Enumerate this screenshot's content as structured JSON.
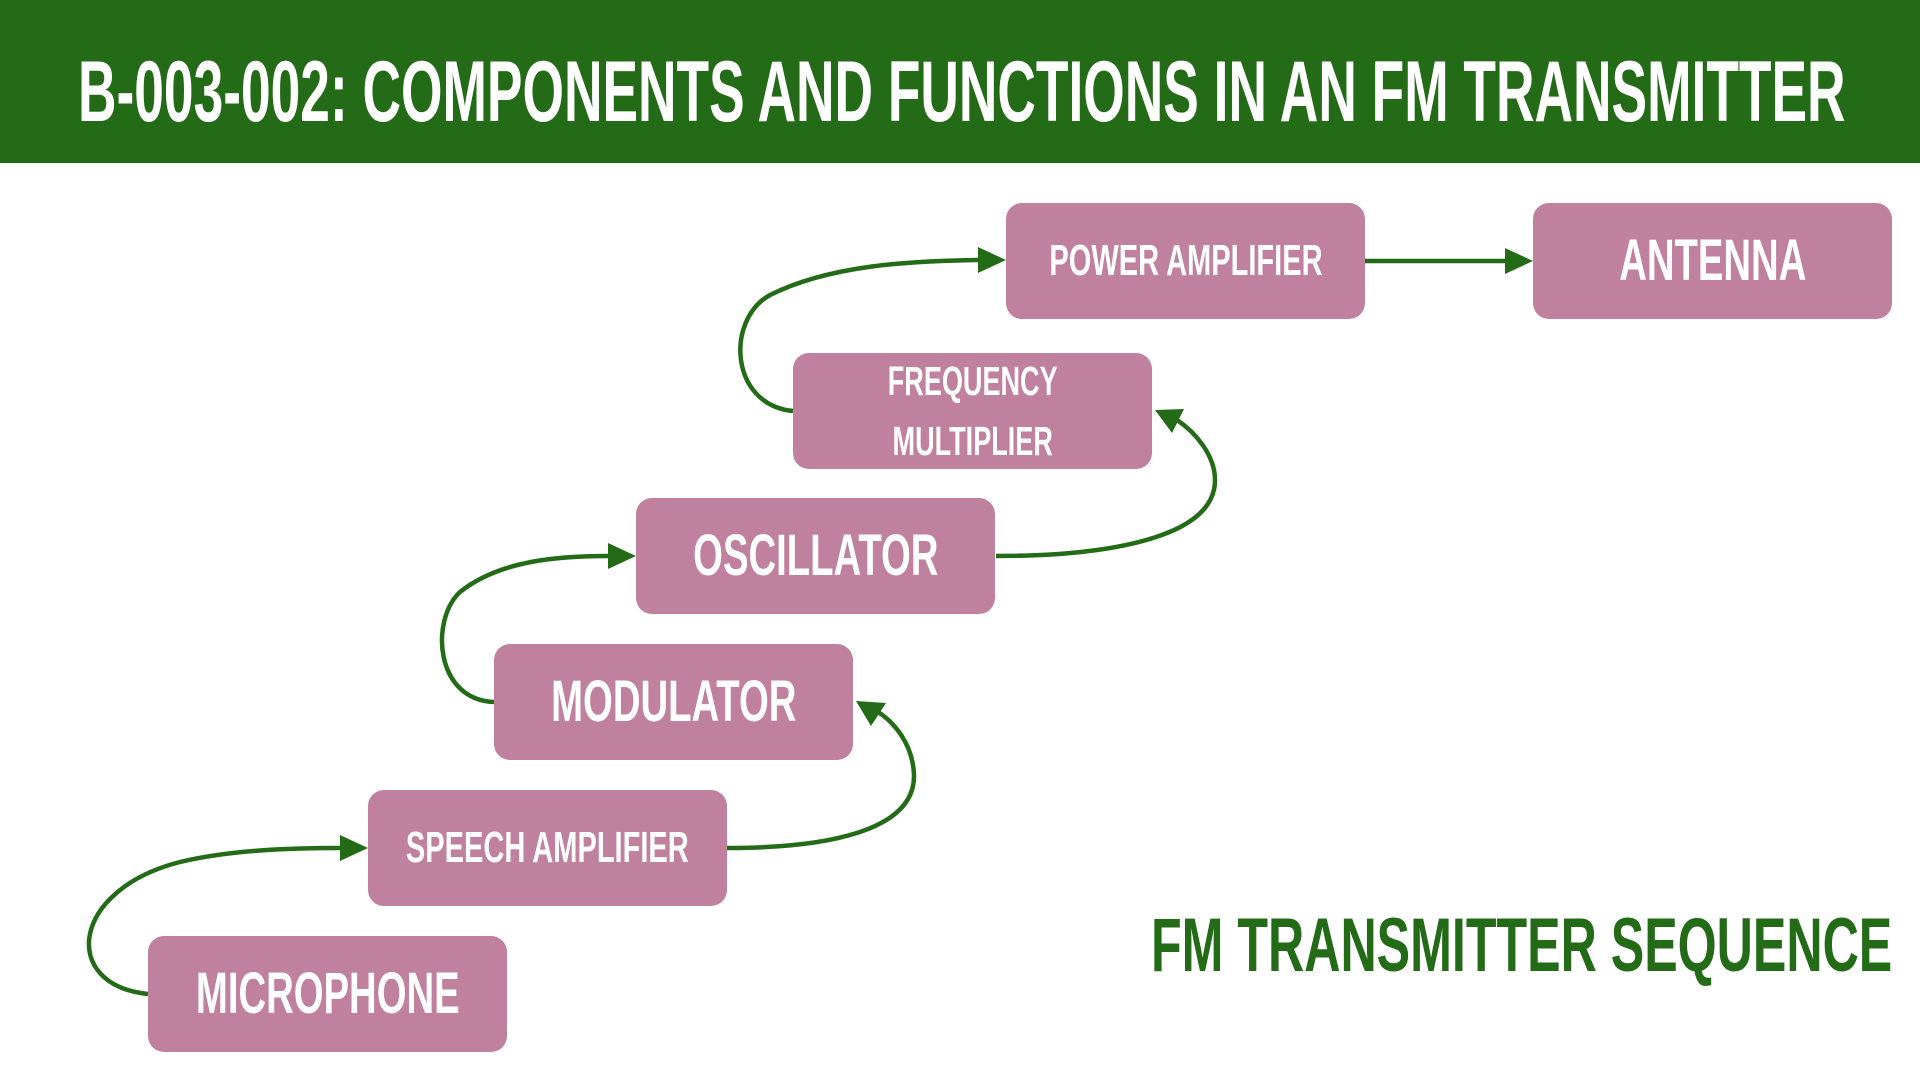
{
  "header": {
    "title": "B-003-002: COMPONENTS AND FUNCTIONS IN AN FM TRANSMITTER"
  },
  "diagram": {
    "label": "FM TRANSMITTER SEQUENCE",
    "colors": {
      "header_bg": "#246B18",
      "box_fill": "#C0819E",
      "box_text": "#FFFFFF",
      "arrow": "#246B18",
      "label_text": "#246B18"
    },
    "stages": [
      {
        "id": "microphone",
        "label": "MICROPHONE"
      },
      {
        "id": "speech-amplifier",
        "label": "SPEECH AMPLIFIER"
      },
      {
        "id": "modulator",
        "label": "MODULATOR"
      },
      {
        "id": "oscillator",
        "label": "OSCILLATOR"
      },
      {
        "id": "frequency-multiplier",
        "label": "FREQUENCY\nMULTIPLIER"
      },
      {
        "id": "power-amplifier",
        "label": "POWER AMPLIFIER"
      },
      {
        "id": "antenna",
        "label": "ANTENNA"
      }
    ],
    "connections": [
      {
        "from": "microphone",
        "to": "speech-amplifier"
      },
      {
        "from": "speech-amplifier",
        "to": "modulator"
      },
      {
        "from": "modulator",
        "to": "oscillator"
      },
      {
        "from": "oscillator",
        "to": "frequency-multiplier"
      },
      {
        "from": "frequency-multiplier",
        "to": "power-amplifier"
      },
      {
        "from": "power-amplifier",
        "to": "antenna"
      }
    ]
  }
}
